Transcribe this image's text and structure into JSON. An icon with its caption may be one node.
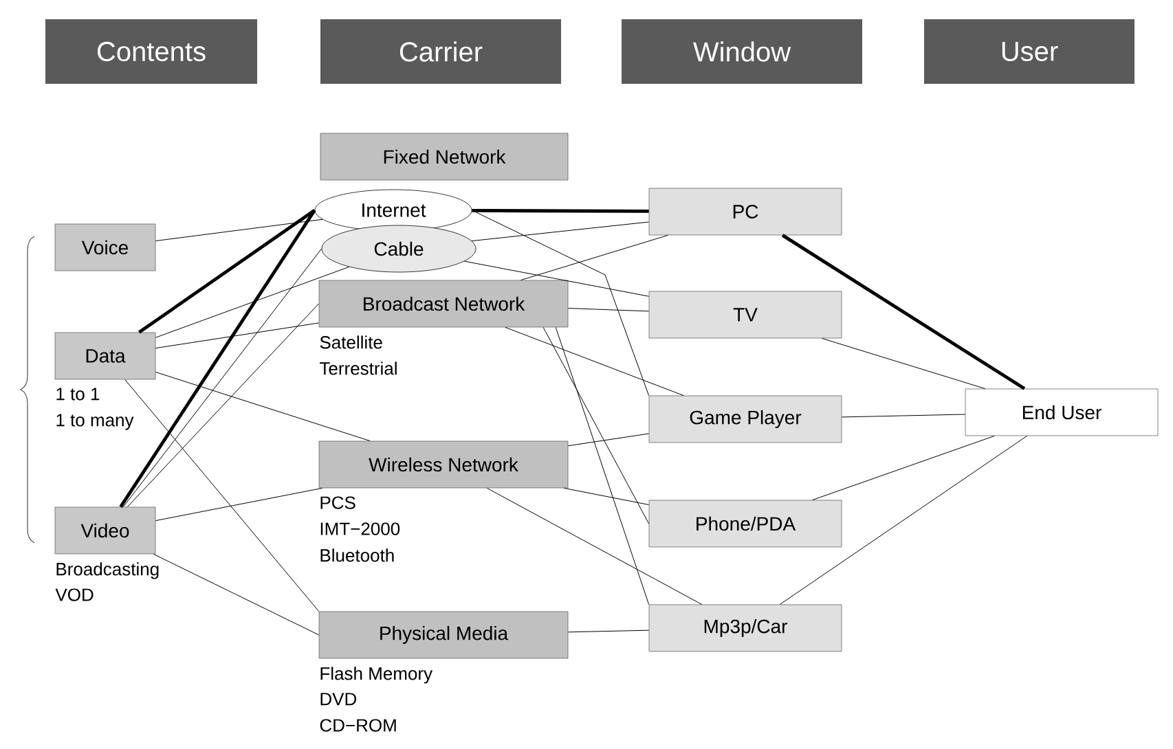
{
  "diagram": {
    "nodes": [
      {
        "text": [
          "Contents"
        ]
      },
      {
        "text": [
          "Carrier"
        ]
      },
      {
        "text": [
          "Window"
        ]
      },
      {
        "text": [
          "User"
        ]
      },
      {
        "text": [
          "Voice"
        ]
      },
      {
        "text": [
          "Data"
        ],
        "beside": [
          "1 to 1",
          "1 to many"
        ]
      },
      {
        "text": [
          "Video"
        ],
        "beside": [
          "Broadcasting",
          "VOD"
        ]
      },
      {
        "text": [
          "Fixed Network"
        ]
      },
      {
        "text": [
          "Internet"
        ]
      },
      {
        "text": [
          "Cable"
        ]
      },
      {
        "text": [
          "Broadcast Network"
        ],
        "beside": [
          "Satellite",
          "Terrestrial"
        ]
      },
      {
        "text": [
          "Wireless Network"
        ],
        "beside": [
          "PCS",
          "IMT−2000",
          "Bluetooth"
        ]
      },
      {
        "text": [
          "Physical Media"
        ],
        "beside": [
          "Flash Memory",
          "DVD",
          "CD−ROM"
        ]
      },
      {
        "text": [
          "PC"
        ]
      },
      {
        "text": [
          "TV"
        ]
      },
      {
        "text": [
          "Game Player"
        ]
      },
      {
        "text": [
          "Phone/PDA"
        ]
      },
      {
        "text": [
          "Mp3p/Car"
        ]
      },
      {
        "text": [
          "End User"
        ]
      }
    ],
    "edges": [
      {
        "from": 4,
        "to": 8,
        "arrow": "none"
      },
      {
        "from": 5,
        "to": 8,
        "arrow": "none",
        "style": "thick"
      },
      {
        "from": 5,
        "to": 9,
        "arrow": "none"
      },
      {
        "from": 5,
        "to": 10,
        "arrow": "none"
      },
      {
        "from": 5,
        "to": 11,
        "arrow": "none"
      },
      {
        "from": 5,
        "to": 12,
        "arrow": "none"
      },
      {
        "from": 6,
        "to": 8,
        "arrow": "none",
        "style": "thick"
      },
      {
        "from": 6,
        "to": 9,
        "arrow": "none"
      },
      {
        "from": 6,
        "to": 10,
        "arrow": "none"
      },
      {
        "from": 6,
        "to": 11,
        "arrow": "none"
      },
      {
        "from": 6,
        "to": 12,
        "arrow": "none"
      },
      {
        "from": 8,
        "to": 13,
        "arrow": "none",
        "style": "thick"
      },
      {
        "from": 8,
        "to": 15,
        "arrow": "none"
      },
      {
        "from": 9,
        "to": 13,
        "arrow": "none"
      },
      {
        "from": 9,
        "to": 14,
        "arrow": "none"
      },
      {
        "from": 10,
        "to": 13,
        "arrow": "none"
      },
      {
        "from": 10,
        "to": 14,
        "arrow": "none"
      },
      {
        "from": 10,
        "to": 15,
        "arrow": "none"
      },
      {
        "from": 10,
        "to": 16,
        "arrow": "none"
      },
      {
        "from": 10,
        "to": 17,
        "arrow": "none"
      },
      {
        "from": 11,
        "to": 15,
        "arrow": "none"
      },
      {
        "from": 11,
        "to": 16,
        "arrow": "none"
      },
      {
        "from": 11,
        "to": 17,
        "arrow": "none"
      },
      {
        "from": 12,
        "to": 17,
        "arrow": "none"
      },
      {
        "from": 13,
        "to": 18,
        "arrow": "none",
        "style": "thick"
      },
      {
        "from": 14,
        "to": 18,
        "arrow": "none"
      },
      {
        "from": 15,
        "to": 18,
        "arrow": "none"
      },
      {
        "from": 16,
        "to": 18,
        "arrow": "none"
      },
      {
        "from": 17,
        "to": 18,
        "arrow": "none"
      }
    ]
  }
}
